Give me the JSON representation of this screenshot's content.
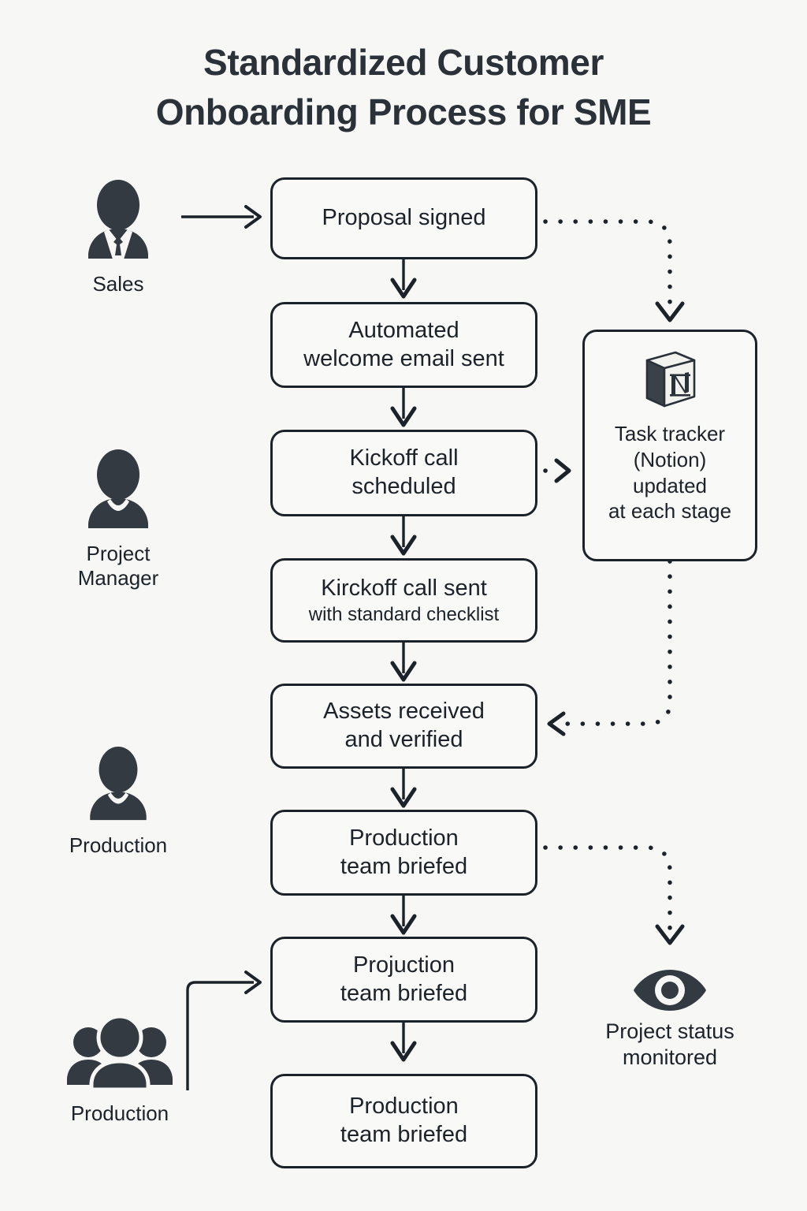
{
  "diagram": {
    "title_line1": "Standardized Customer",
    "title_line2": "Onboarding Process for SME",
    "accent_color": "#1b2229",
    "background_color": "#f7f7f5"
  },
  "roles": [
    {
      "id": "sales",
      "label": "Sales",
      "icon": "person-suit-icon"
    },
    {
      "id": "project-manager",
      "label_line1": "Project",
      "label_line2": "Manager",
      "icon": "person-icon"
    },
    {
      "id": "production",
      "label": "Production",
      "icon": "person-icon"
    },
    {
      "id": "production-team",
      "label": "Production",
      "icon": "people-group-icon"
    }
  ],
  "nodes": [
    {
      "id": "proposal-signed",
      "line1": "Proposal signed"
    },
    {
      "id": "automated-welcome-email",
      "line1": "Automated",
      "line2": "welcome email sent"
    },
    {
      "id": "kickoff-call-scheduled",
      "line1": "Kickoff call",
      "line2": "scheduled"
    },
    {
      "id": "kickoff-call-sent",
      "line1": "Kirckoff call sent",
      "line2": "with standard checklist"
    },
    {
      "id": "assets-received",
      "line1": "Assets received",
      "line2": "and verified"
    },
    {
      "id": "production-team-briefed-1",
      "line1": "Production",
      "line2": "team briefed"
    },
    {
      "id": "projuction-team-briefed",
      "line1": "Projuction",
      "line2": "team briefed"
    },
    {
      "id": "production-team-briefed-2",
      "line1": "Production",
      "line2": "team briefed"
    }
  ],
  "side_node": {
    "id": "task-tracker-notion",
    "icon": "notion-logo-icon",
    "line1": "Task tracker",
    "line2": "(Notion)",
    "line3": "updated",
    "line4": "at each stage"
  },
  "endpoint": {
    "id": "project-status-monitored",
    "icon": "eye-icon",
    "line1": "Project status",
    "line2": "monitored"
  }
}
